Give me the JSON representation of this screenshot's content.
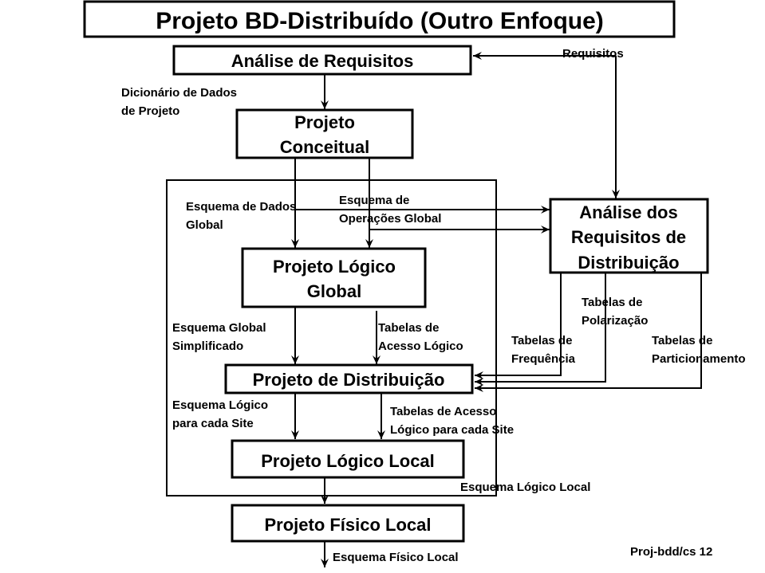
{
  "title": "Projeto BD-Distribuído (Outro Enfoque)",
  "boxes": {
    "analise_requisitos": "Análise de Requisitos",
    "projeto_conceitual": [
      "Projeto",
      "Conceitual"
    ],
    "analise_distribuicao": [
      "Análise dos",
      "Requisitos de",
      "Distribuição"
    ],
    "projeto_logico_global": [
      "Projeto Lógico",
      "Global"
    ],
    "projeto_distribuicao": "Projeto de Distribuição",
    "projeto_logico_local": "Projeto Lógico Local",
    "projeto_fisico_local": "Projeto Físico Local"
  },
  "labels": {
    "requisitos": "Requisitos",
    "dicionario": [
      "Dicionário de Dados",
      "de Projeto"
    ],
    "esquema_dados_global": [
      "Esquema de Dados",
      "Global"
    ],
    "esquema_operacoes_global": [
      "Esquema de",
      "Operações Global"
    ],
    "esquema_global_simplificado": [
      "Esquema Global",
      "Simplificado"
    ],
    "tabelas_acesso_logico": [
      "Tabelas de",
      "Acesso Lógico"
    ],
    "tabelas_polarizacao": [
      "Tabelas de",
      "Polarização"
    ],
    "tabelas_frequencia": [
      "Tabelas de",
      "Frequência"
    ],
    "tabelas_particionamento": [
      "Tabelas de",
      "Particionamento"
    ],
    "esquema_logico_site": [
      "Esquema Lógico",
      "para cada Site"
    ],
    "tabelas_acesso_site": [
      "Tabelas de Acesso",
      "Lógico para cada Site"
    ],
    "esquema_logico_local": "Esquema Lógico Local",
    "esquema_fisico_local": "Esquema Físico Local"
  },
  "footer": "Proj-bdd/cs 12"
}
